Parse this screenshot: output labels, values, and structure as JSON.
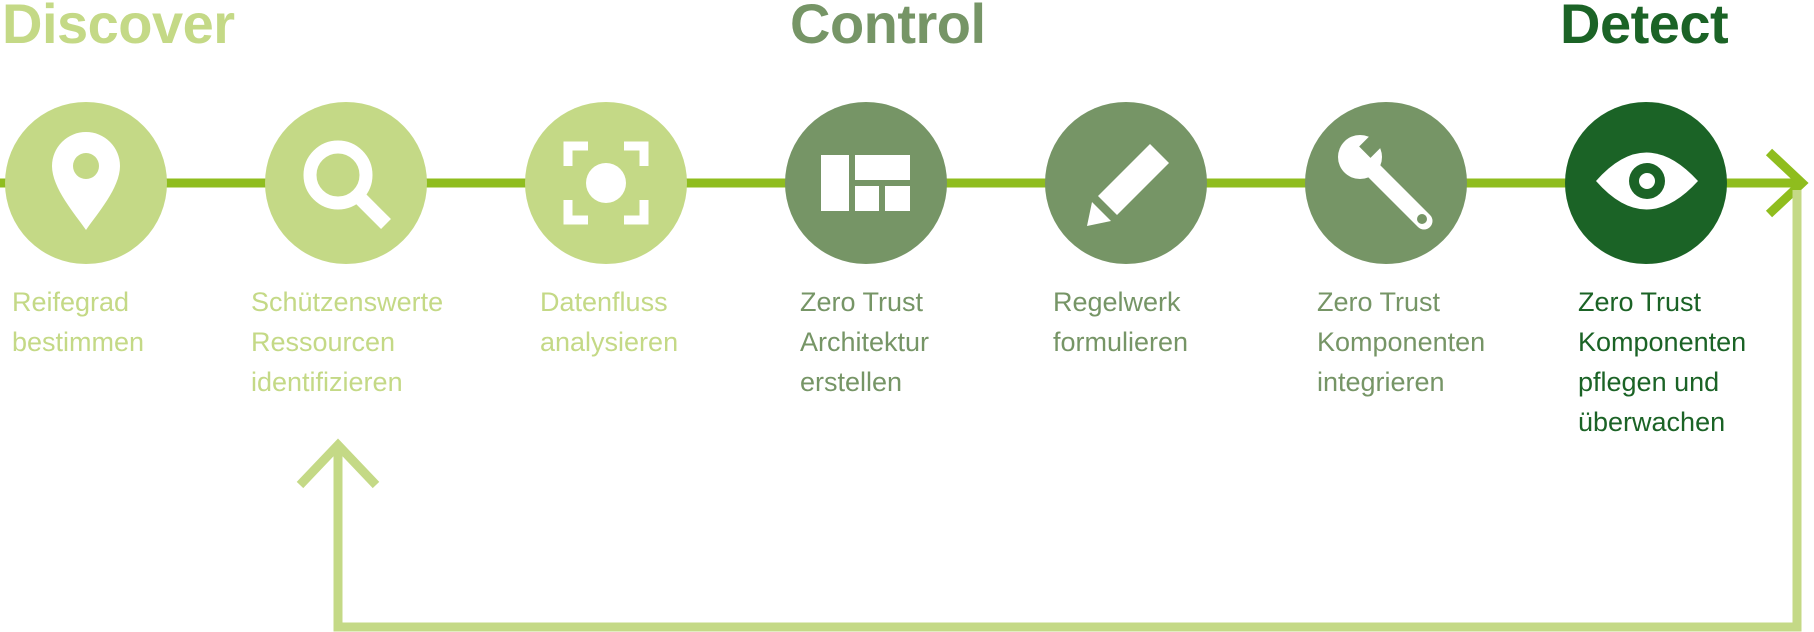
{
  "colors": {
    "light": "#c4d986",
    "mid": "#769566",
    "dark": "#1b6326",
    "line": "#8fbd1e",
    "icon": "#ffffff"
  },
  "phases": {
    "discover": {
      "label": "Discover",
      "color": "#c4d986"
    },
    "control": {
      "label": "Control",
      "color": "#769566"
    },
    "detect": {
      "label": "Detect",
      "color": "#1b6326"
    }
  },
  "steps": [
    {
      "icon": "location-pin-icon",
      "color": "#c4d986",
      "label_lines": [
        "Reifegrad",
        "bestimmen"
      ]
    },
    {
      "icon": "magnifier-icon",
      "color": "#c4d986",
      "label_lines": [
        "Schützenswerte",
        "Ressourcen",
        "identifizieren"
      ]
    },
    {
      "icon": "focus-frame-icon",
      "color": "#c4d986",
      "label_lines": [
        "Datenfluss",
        "analysieren"
      ]
    },
    {
      "icon": "layout-grid-icon",
      "color": "#769566",
      "label_lines": [
        "Zero Trust",
        "Architektur",
        "erstellen"
      ]
    },
    {
      "icon": "pencil-icon",
      "color": "#769566",
      "label_lines": [
        "Regelwerk",
        "formulieren"
      ]
    },
    {
      "icon": "wrench-icon",
      "color": "#769566",
      "label_lines": [
        "Zero Trust",
        "Komponenten",
        "integrieren"
      ]
    },
    {
      "icon": "eye-icon",
      "color": "#1b6326",
      "label_lines": [
        "Zero Trust",
        "Komponenten",
        "pflegen und",
        "überwachen"
      ]
    }
  ]
}
